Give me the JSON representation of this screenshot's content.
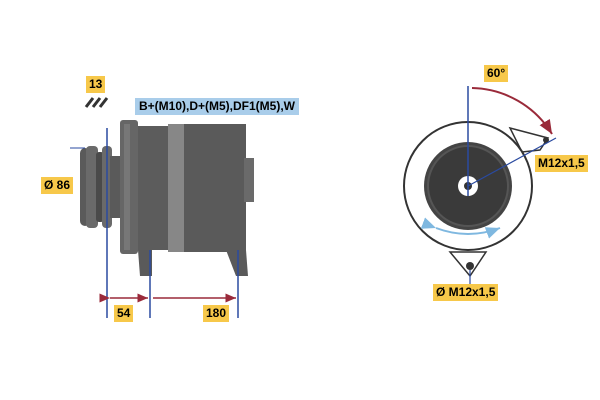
{
  "labels": {
    "part_code": "13",
    "terminals": "B+(M10),D+(M5),DF1(M5),W",
    "pulley_diameter": "Ø 86",
    "dim_left": "54",
    "dim_right": "180",
    "angle": "60°",
    "thread_side": "M12x1,5",
    "thread_bottom": "Ø M12x1,5"
  },
  "colors": {
    "tag_yellow": "#f7c84a",
    "tag_blue": "#a9cdea",
    "dimension_line": "#2a4aa0",
    "arrow_red": "#9a2a3a",
    "rotation_arrow": "#7fb8e0",
    "body_dark": "#555555"
  }
}
